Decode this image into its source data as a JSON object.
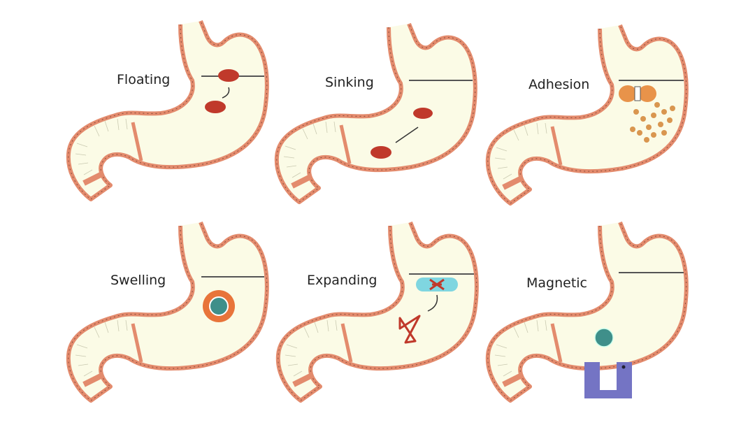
{
  "panels": [
    {
      "label": "Floating"
    },
    {
      "label": "Sinking"
    },
    {
      "label": "Adhesion"
    },
    {
      "label": "Swelling"
    },
    {
      "label": "Expanding"
    },
    {
      "label": "Magnetic"
    }
  ],
  "colors": {
    "stomach_wall": "#e38b6d",
    "stomach_fill": "#fbfbe6",
    "tablet": "#c0392b",
    "adhesive": "#e8934a",
    "swelling_ring": "#e8743a",
    "core": "#3f8f8a",
    "capsule": "#7fd6e0",
    "magnet": "#7474c4"
  }
}
